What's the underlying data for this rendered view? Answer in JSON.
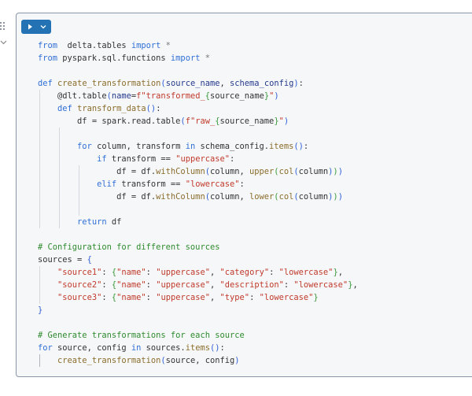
{
  "toolbar": {
    "run_icon": "play-icon",
    "dropdown_icon": "chevron-down-icon"
  },
  "gutter": {
    "drag_icon": "drag-handle-icon",
    "collapse_icon": "chevron-down-icon"
  },
  "colors": {
    "run_button": "#2272b4",
    "keyword": "#2f6fd6",
    "string": "#c03a2b",
    "comment": "#2e8b2e",
    "function": "#8a6d2b"
  },
  "code": {
    "lines": [
      [
        [
          "kw",
          "from"
        ],
        [
          "",
          "  delta.tables "
        ],
        [
          "kw",
          "import"
        ],
        [
          "op",
          " *"
        ]
      ],
      [
        [
          "kw",
          "from"
        ],
        [
          "",
          " pyspark.sql.functions "
        ],
        [
          "kw",
          "import"
        ],
        [
          "op",
          " *"
        ]
      ],
      [],
      [
        [
          "kw",
          "def"
        ],
        [
          "",
          " "
        ],
        [
          "fn",
          "create_transformation"
        ],
        [
          "b1",
          "("
        ],
        [
          "p",
          "source_name"
        ],
        [
          "",
          ", "
        ],
        [
          "p",
          "schema_config"
        ],
        [
          "b1",
          ")"
        ],
        [
          "",
          ":"
        ]
      ],
      [
        [
          "",
          "    @dlt.table"
        ],
        [
          "b1",
          "("
        ],
        [
          "p",
          "name"
        ],
        [
          "",
          "="
        ],
        [
          "str",
          "f\"transformed_"
        ],
        [
          "b2",
          "{"
        ],
        [
          "",
          "source_name"
        ],
        [
          "b2",
          "}"
        ],
        [
          "str",
          "\""
        ],
        [
          "b1",
          ")"
        ]
      ],
      [
        [
          "",
          "    "
        ],
        [
          "kw",
          "def"
        ],
        [
          "",
          " "
        ],
        [
          "fn",
          "transform_data"
        ],
        [
          "b1",
          "()"
        ],
        [
          "",
          ":"
        ]
      ],
      [
        [
          "",
          "        df = spark.read.table"
        ],
        [
          "b1",
          "("
        ],
        [
          "str",
          "f\"raw_"
        ],
        [
          "b2",
          "{"
        ],
        [
          "",
          "source_name"
        ],
        [
          "b2",
          "}"
        ],
        [
          "str",
          "\""
        ],
        [
          "b1",
          ")"
        ]
      ],
      [],
      [
        [
          "",
          "        "
        ],
        [
          "kw",
          "for"
        ],
        [
          "",
          " column, transform "
        ],
        [
          "kw",
          "in"
        ],
        [
          "",
          " schema_config."
        ],
        [
          "fn",
          "items"
        ],
        [
          "b1",
          "()"
        ],
        [
          "",
          ":"
        ]
      ],
      [
        [
          "",
          "            "
        ],
        [
          "kw",
          "if"
        ],
        [
          "",
          " transform == "
        ],
        [
          "str",
          "\"uppercase\""
        ],
        [
          "",
          ":"
        ]
      ],
      [
        [
          "",
          "                df = df."
        ],
        [
          "fn",
          "withColumn"
        ],
        [
          "b1",
          "("
        ],
        [
          "",
          "column, "
        ],
        [
          "fn",
          "upper"
        ],
        [
          "b2",
          "("
        ],
        [
          "fn",
          "col"
        ],
        [
          "b3",
          "("
        ],
        [
          "",
          "column"
        ],
        [
          "b3",
          ")"
        ],
        [
          "b2",
          ")"
        ],
        [
          "b1",
          ")"
        ]
      ],
      [
        [
          "",
          "            "
        ],
        [
          "kw",
          "elif"
        ],
        [
          "",
          " transform == "
        ],
        [
          "str",
          "\"lowercase\""
        ],
        [
          "",
          ":"
        ]
      ],
      [
        [
          "",
          "                df = df."
        ],
        [
          "fn",
          "withColumn"
        ],
        [
          "b1",
          "("
        ],
        [
          "",
          "column, "
        ],
        [
          "fn",
          "lower"
        ],
        [
          "b2",
          "("
        ],
        [
          "fn",
          "col"
        ],
        [
          "b3",
          "("
        ],
        [
          "",
          "column"
        ],
        [
          "b3",
          ")"
        ],
        [
          "b2",
          ")"
        ],
        [
          "b1",
          ")"
        ]
      ],
      [],
      [
        [
          "",
          "        "
        ],
        [
          "kw",
          "return"
        ],
        [
          "",
          " df"
        ]
      ],
      [],
      [
        [
          "cm",
          "# Configuration for different sources"
        ]
      ],
      [
        [
          "",
          "sources = "
        ],
        [
          "b1",
          "{"
        ]
      ],
      [
        [
          "",
          "    "
        ],
        [
          "str",
          "\"source1\""
        ],
        [
          "",
          ": "
        ],
        [
          "b2",
          "{"
        ],
        [
          "str",
          "\"name\""
        ],
        [
          "",
          ": "
        ],
        [
          "str",
          "\"uppercase\""
        ],
        [
          "",
          ", "
        ],
        [
          "str",
          "\"category\""
        ],
        [
          "",
          ": "
        ],
        [
          "str",
          "\"lowercase\""
        ],
        [
          "b2",
          "}"
        ],
        [
          "",
          ","
        ]
      ],
      [
        [
          "",
          "    "
        ],
        [
          "str",
          "\"source2\""
        ],
        [
          "",
          ": "
        ],
        [
          "b2",
          "{"
        ],
        [
          "str",
          "\"name\""
        ],
        [
          "",
          ": "
        ],
        [
          "str",
          "\"uppercase\""
        ],
        [
          "",
          ", "
        ],
        [
          "str",
          "\"description\""
        ],
        [
          "",
          ": "
        ],
        [
          "str",
          "\"lowercase\""
        ],
        [
          "b2",
          "}"
        ],
        [
          "",
          ","
        ]
      ],
      [
        [
          "",
          "    "
        ],
        [
          "str",
          "\"source3\""
        ],
        [
          "",
          ": "
        ],
        [
          "b2",
          "{"
        ],
        [
          "str",
          "\"name\""
        ],
        [
          "",
          ": "
        ],
        [
          "str",
          "\"uppercase\""
        ],
        [
          "",
          ", "
        ],
        [
          "str",
          "\"type\""
        ],
        [
          "",
          ": "
        ],
        [
          "str",
          "\"lowercase\""
        ],
        [
          "b2",
          "}"
        ]
      ],
      [
        [
          "b1",
          "}"
        ]
      ],
      [],
      [
        [
          "cm",
          "# Generate transformations for each source"
        ]
      ],
      [
        [
          "kw",
          "for"
        ],
        [
          "",
          " source, config "
        ],
        [
          "kw",
          "in"
        ],
        [
          "",
          " sources."
        ],
        [
          "fn",
          "items"
        ],
        [
          "b1",
          "()"
        ],
        [
          "",
          ":"
        ]
      ],
      [
        [
          "",
          "    "
        ],
        [
          "fn",
          "create_transformation"
        ],
        [
          "b1",
          "("
        ],
        [
          "",
          "source, config"
        ],
        [
          "b1",
          ")"
        ]
      ]
    ]
  }
}
